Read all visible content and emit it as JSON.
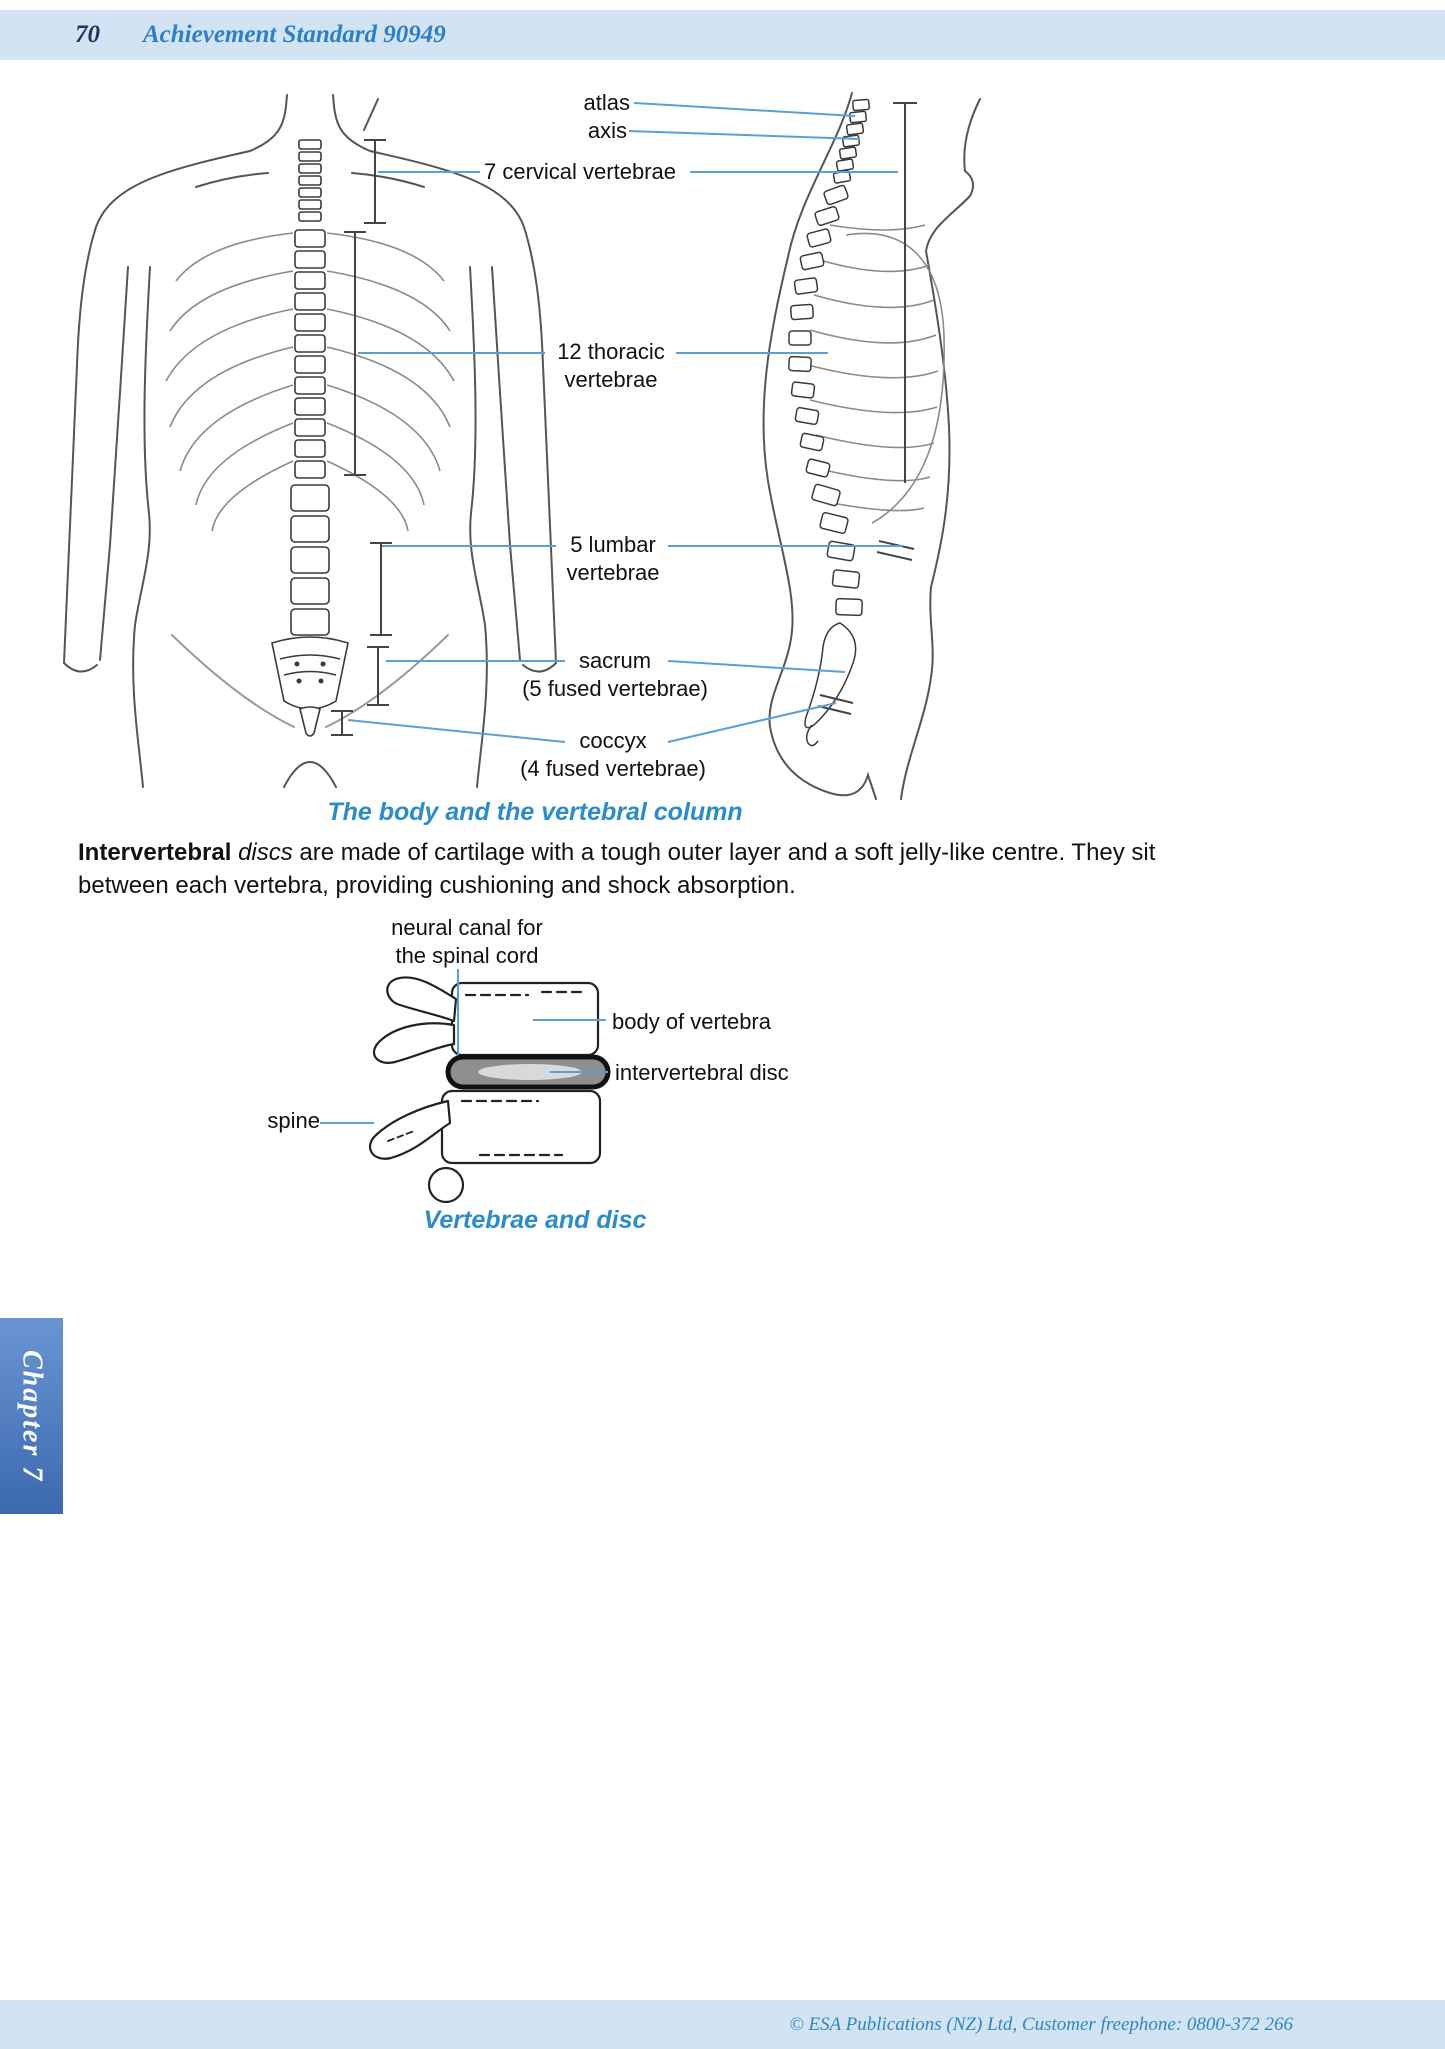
{
  "header": {
    "page_number": "70",
    "title": "Achievement Standard 90949"
  },
  "figure_body_column": {
    "labels": {
      "atlas": "atlas",
      "axis": "axis",
      "cervical": "7 cervical vertebrae",
      "thoracic": [
        "12 thoracic",
        "vertebrae"
      ],
      "lumbar": [
        "5 lumbar",
        "vertebrae"
      ],
      "sacrum": [
        "sacrum",
        "(5 fused vertebrae)"
      ],
      "coccyx": [
        "coccyx",
        "(4 fused vertebrae)"
      ]
    },
    "caption": "The body and the vertebral column"
  },
  "paragraph": {
    "lead_bold": "Intervertebral",
    "lead_italic": " discs",
    "rest": " are made of cartilage with a tough outer layer and a soft jelly-like centre. They sit between each vertebra, providing cushioning and shock absorption."
  },
  "figure_vertebrae_disc": {
    "labels": {
      "neural_canal": [
        "neural canal for",
        "the spinal cord"
      ],
      "body_of_vertebra": "body of vertebra",
      "intervertebral_disc": "intervertebral disc",
      "spine": "spine"
    },
    "caption": "Vertebrae and disc"
  },
  "chapter_tab": "Chapter 7",
  "footer": "© ESA Publications (NZ) Ltd, Customer freephone: 0800-372 266",
  "colors": {
    "band_blue": "#d2e4f4",
    "heading_blue": "#2e7fc4",
    "caption_blue": "#2b8cc9",
    "leader_blue": "#5b9fd4",
    "tab_blue": "#4e7dc0"
  }
}
